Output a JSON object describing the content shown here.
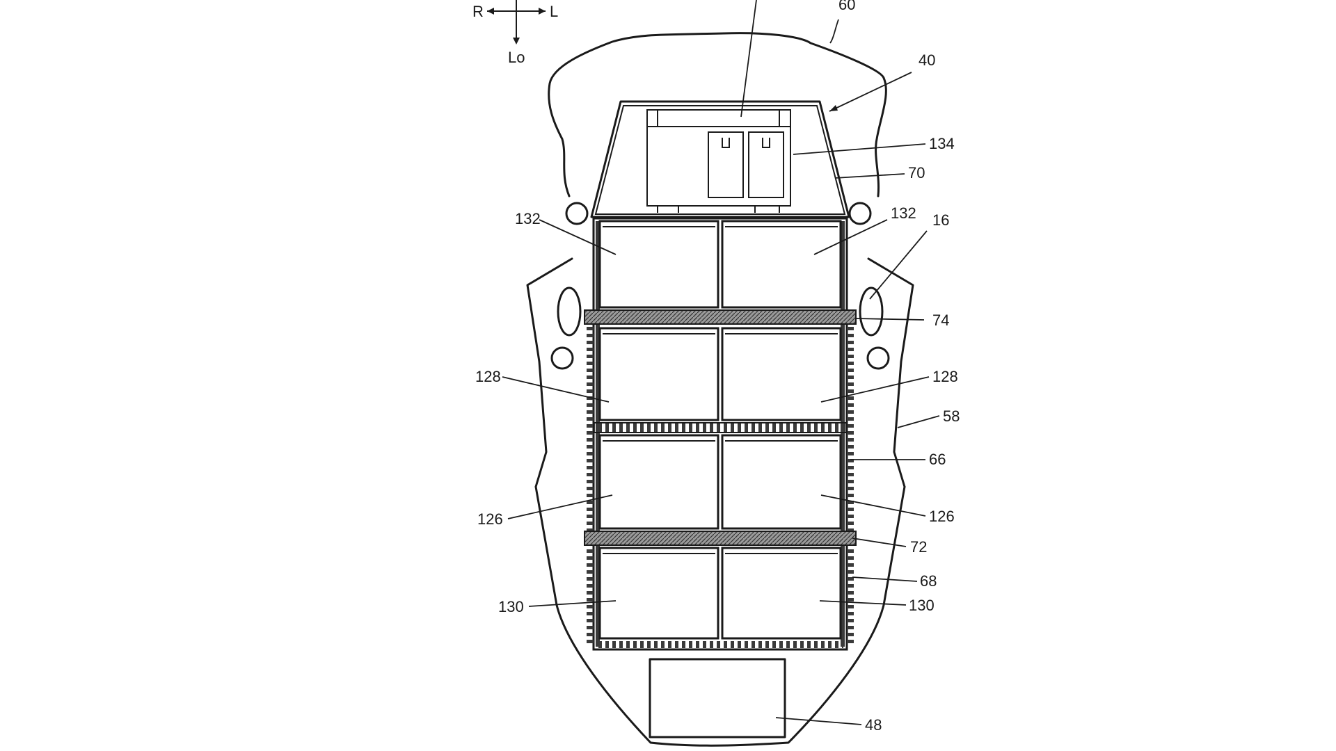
{
  "orientation": {
    "right": "R",
    "left": "L",
    "lower": "Lo"
  },
  "labels": {
    "l60": "60",
    "l40": "40",
    "l134": "134",
    "l70": "70",
    "l132_left": "132",
    "l132_right": "132",
    "l16": "16",
    "l74": "74",
    "l128_left": "128",
    "l128_right": "128",
    "l58": "58",
    "l66": "66",
    "l126_left": "126",
    "l126_right": "126",
    "l72": "72",
    "l68": "68",
    "l130_left": "130",
    "l130_right": "130",
    "l48": "48"
  },
  "colors": {
    "line": "#1a1a1a",
    "background": "#ffffff"
  }
}
